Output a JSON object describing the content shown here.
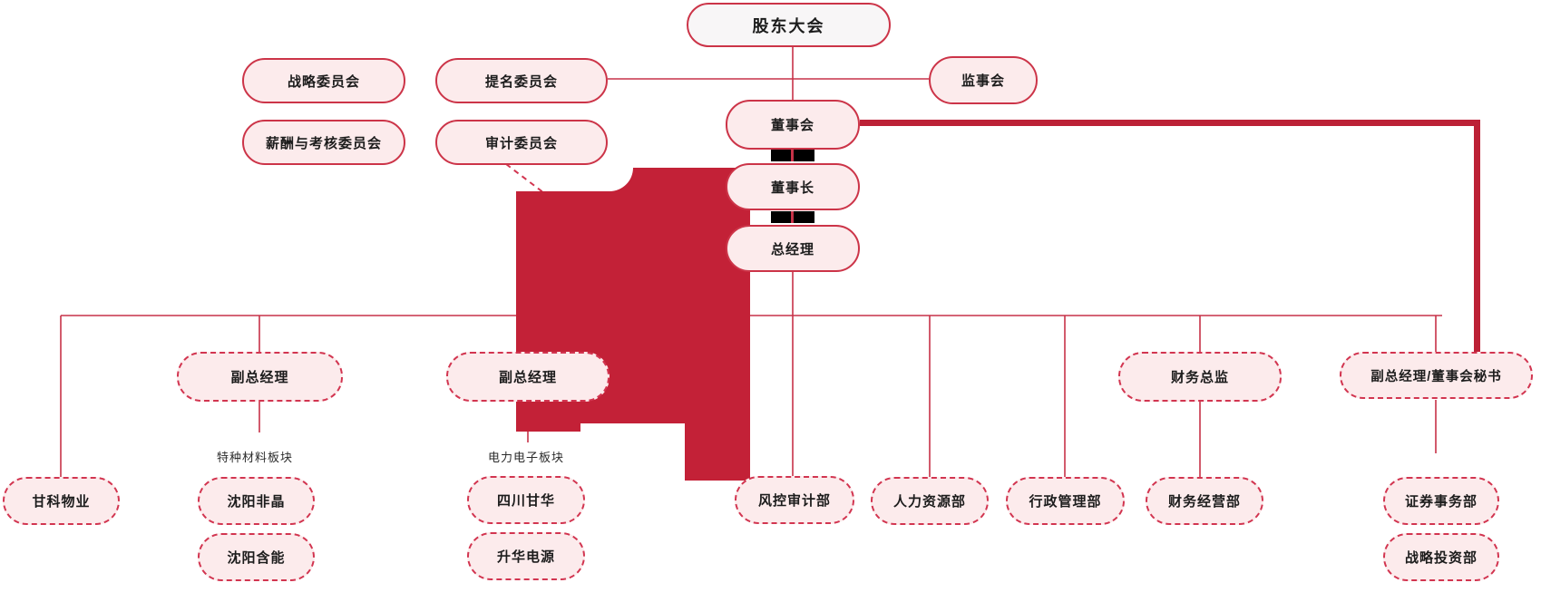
{
  "colors": {
    "accent_line": "#C73248",
    "solid_border": "#CC3448",
    "dashed_border": "#D23550",
    "node_fill": "#FCEBEC",
    "top_node_fill": "#F8F6F7",
    "thick_line": "#BC2136",
    "watermark_red": "#C32137",
    "text": "#1C1C1C",
    "link_bar": "#000000"
  },
  "nodes": {
    "shareholders": {
      "label": "股东大会"
    },
    "strategy_committee": {
      "label": "战略委员会"
    },
    "nomination_committee": {
      "label": "提名委员会"
    },
    "supervisory_board": {
      "label": "监事会"
    },
    "remuneration_committee": {
      "label": "薪酬与考核委员会"
    },
    "audit_committee": {
      "label": "审计委员会"
    },
    "board_of_directors": {
      "label": "董事会"
    },
    "chairman": {
      "label": "董事长"
    },
    "general_manager": {
      "label": "总经理"
    },
    "deputy_gm_materials": {
      "label": "副总经理"
    },
    "deputy_gm_power": {
      "label": "副总经理"
    },
    "cfo": {
      "label": "财务总监"
    },
    "deputy_gm_board_secretary": {
      "label": "副总经理/董事会秘书"
    },
    "ganke_property": {
      "label": "甘科物业"
    },
    "shenyang_feijing": {
      "label": "沈阳非晶"
    },
    "shenyang_hanneng": {
      "label": "沈阳含能"
    },
    "sichuan_ganhua": {
      "label": "四川甘华"
    },
    "shenghua_power": {
      "label": "升华电源"
    },
    "risk_audit_dept": {
      "label": "风控审计部"
    },
    "hr_dept": {
      "label": "人力资源部"
    },
    "admin_dept": {
      "label": "行政管理部"
    },
    "finance_operation_dept": {
      "label": "财务经营部"
    },
    "securities_affairs_dept": {
      "label": "证券事务部"
    },
    "strategic_investment_dept": {
      "label": "战略投资部"
    }
  },
  "section_labels": {
    "special_materials": "特种材料板块",
    "power_electronics": "电力电子板块"
  },
  "edges": [
    {
      "from": "shareholders",
      "to": "board_of_directors",
      "style": "thin"
    },
    {
      "from": "shareholders",
      "to": "nomination_committee",
      "style": "thin"
    },
    {
      "from": "shareholders",
      "to": "supervisory_board",
      "style": "thin"
    },
    {
      "from": "board_of_directors",
      "to": "chairman",
      "style": "black-bar"
    },
    {
      "from": "chairman",
      "to": "general_manager",
      "style": "black-bar"
    },
    {
      "from": "board_of_directors",
      "to": "deputy_gm_board_secretary",
      "style": "thick"
    },
    {
      "from": "audit_committee",
      "to": "risk_audit_dept",
      "style": "dashed"
    },
    {
      "from": "general_manager",
      "to": "ganke_property",
      "style": "thin"
    },
    {
      "from": "general_manager",
      "to": "deputy_gm_materials",
      "style": "thin"
    },
    {
      "from": "general_manager",
      "to": "deputy_gm_power",
      "style": "thin"
    },
    {
      "from": "general_manager",
      "to": "risk_audit_dept",
      "style": "thin"
    },
    {
      "from": "general_manager",
      "to": "hr_dept",
      "style": "thin"
    },
    {
      "from": "general_manager",
      "to": "admin_dept",
      "style": "thin"
    },
    {
      "from": "general_manager",
      "to": "cfo",
      "style": "thin"
    },
    {
      "from": "general_manager",
      "to": "deputy_gm_board_secretary",
      "style": "thin"
    },
    {
      "from": "cfo",
      "to": "finance_operation_dept",
      "style": "thin"
    },
    {
      "from": "deputy_gm_board_secretary",
      "to": "securities_affairs_dept",
      "style": "thin"
    }
  ]
}
